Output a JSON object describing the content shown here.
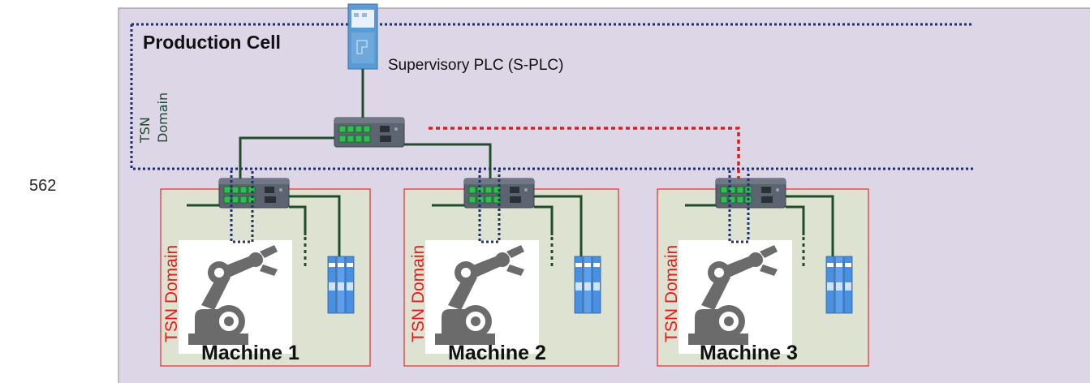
{
  "page_number": "562",
  "cell": {
    "title": "Production Cell",
    "tsn_domain_label_line1": "TSN",
    "tsn_domain_label_line2": "Domain"
  },
  "supervisory_plc": {
    "label": "Supervisory PLC (S-PLC)"
  },
  "machines": [
    {
      "title": "Machine 1",
      "tsn_label": "TSN Domain"
    },
    {
      "title": "Machine 2",
      "tsn_label": "TSN Domain"
    },
    {
      "title": "Machine 3",
      "tsn_label": "TSN Domain"
    }
  ],
  "colors": {
    "cell_background": "#dcd6e6",
    "machine_background": "#dde3d0",
    "machine_border": "#e8383a",
    "tsn_boundary": "#1f2f6b",
    "cable": "#1f4d2a",
    "wireless_link": "#e31b1b",
    "io_module": "#4a90e2"
  },
  "icons": [
    "plc-icon",
    "switch-icon",
    "robot-arm-icon",
    "io-module-icon"
  ]
}
